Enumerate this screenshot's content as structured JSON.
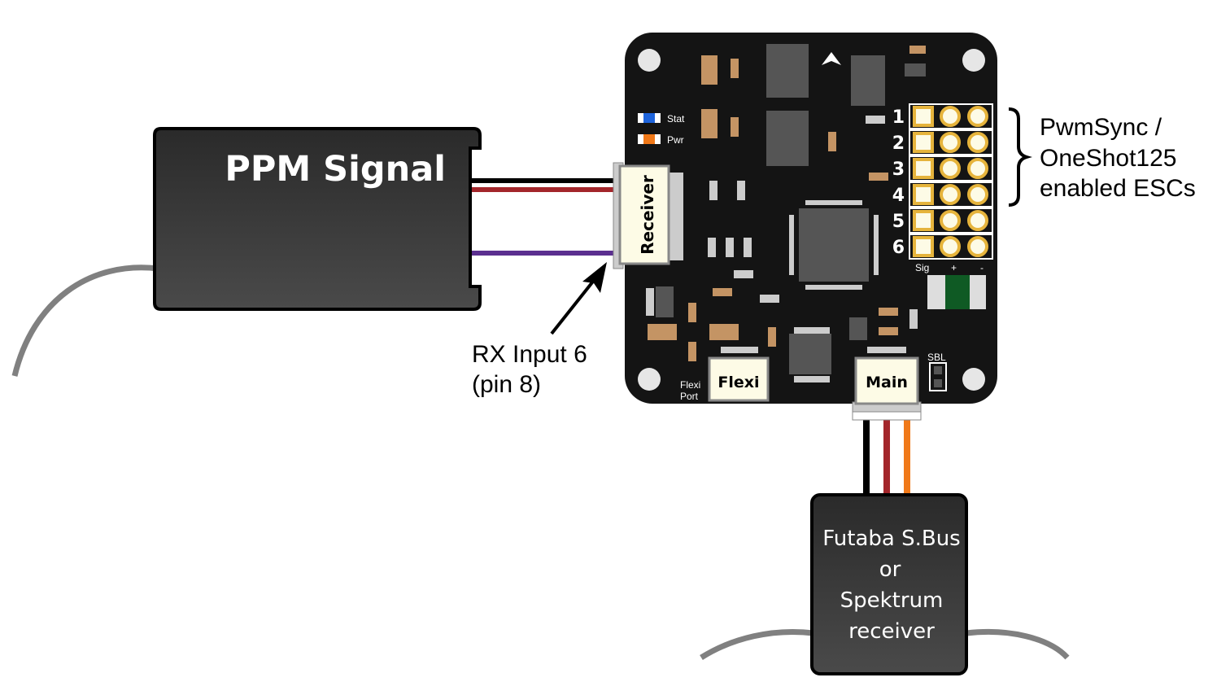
{
  "ppm": {
    "label": "PPM Signal"
  },
  "board": {
    "receiver_label": "Receiver",
    "stat_label": "Stat",
    "pwr_label": "Pwr",
    "flexi_label": "Flexi",
    "flexi_port_line1": "Flexi",
    "flexi_port_line2": "Port",
    "main_label": "Main",
    "sbl_label": "SBL",
    "output_numbers": [
      "1",
      "2",
      "3",
      "4",
      "5",
      "6"
    ],
    "header_sig": "Sig",
    "header_plus": "+",
    "header_minus": "-"
  },
  "annotations": {
    "rx_input_line1": "RX Input 6",
    "rx_input_line2": "(pin 8)",
    "esc_line1": "PwmSync /",
    "esc_line2": "OneShot125",
    "esc_line3": "enabled ESCs"
  },
  "sbus": {
    "line1": "Futaba S.Bus",
    "line2": "or",
    "line3": "Spektrum",
    "line4": "receiver"
  },
  "colors": {
    "board": "#141414",
    "wire_black": "#000000",
    "wire_red": "#a3262b",
    "wire_purple": "#5b2f8f",
    "wire_orange": "#f07818",
    "connector_fill": "#fdfbe6",
    "pin_gold": "#e6b43c",
    "antenna": "#808080"
  }
}
